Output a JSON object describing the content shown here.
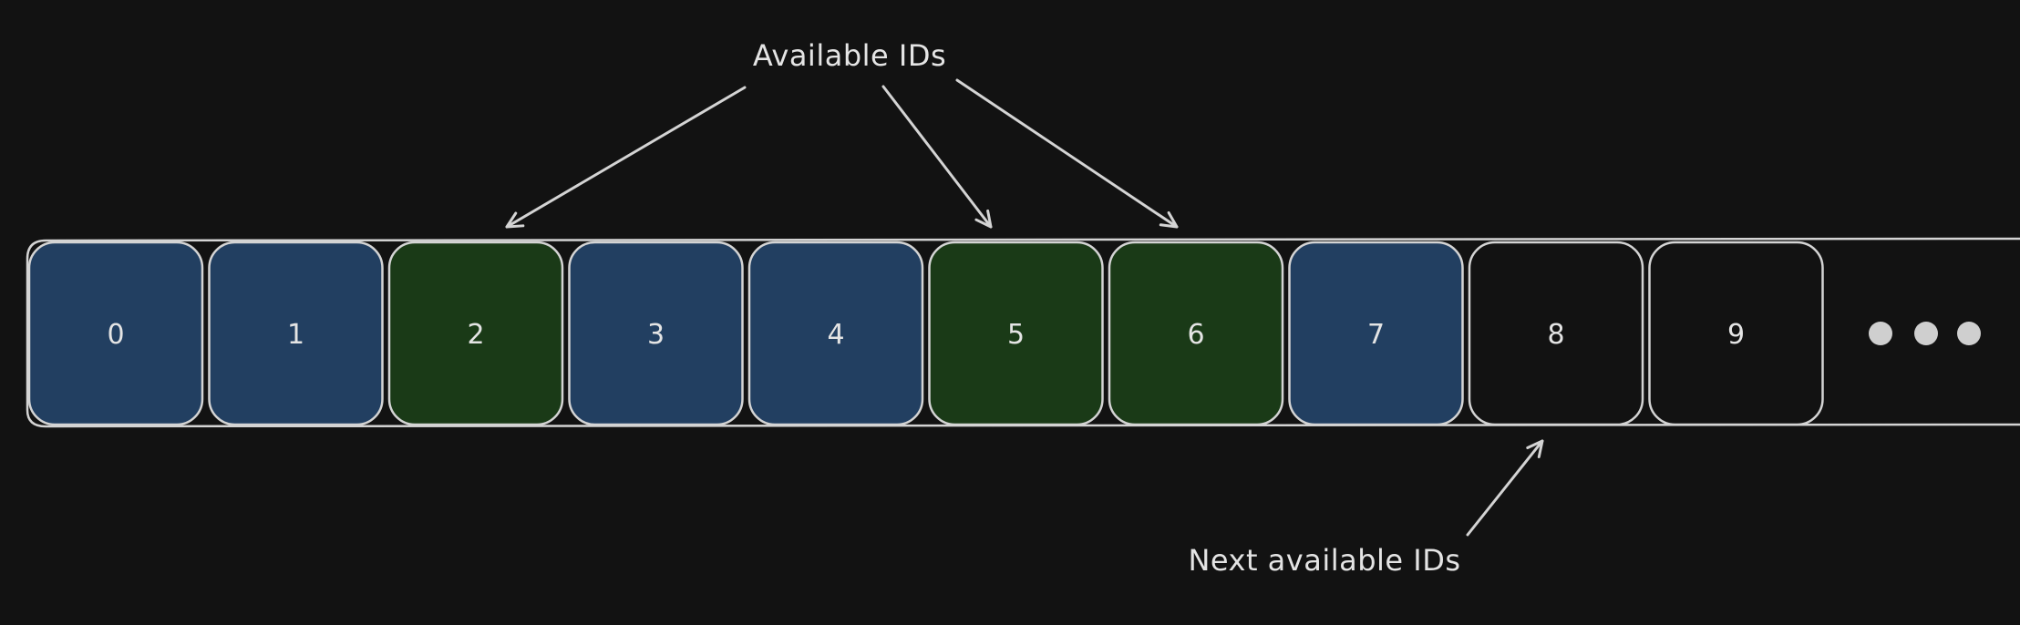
{
  "labels": {
    "available": "Available IDs",
    "next_available": "Next available IDs"
  },
  "colors": {
    "background": "#121212",
    "stroke": "#d4d4d4",
    "used": "#223f61",
    "available": "#1a3a17",
    "empty": "#121212"
  },
  "cells": [
    {
      "label": "0",
      "state": "used"
    },
    {
      "label": "1",
      "state": "used"
    },
    {
      "label": "2",
      "state": "available"
    },
    {
      "label": "3",
      "state": "used"
    },
    {
      "label": "4",
      "state": "used"
    },
    {
      "label": "5",
      "state": "available"
    },
    {
      "label": "6",
      "state": "available"
    },
    {
      "label": "7",
      "state": "used"
    },
    {
      "label": "8",
      "state": "empty"
    },
    {
      "label": "9",
      "state": "empty"
    }
  ],
  "continuation_marker": "ellipsis-dots"
}
